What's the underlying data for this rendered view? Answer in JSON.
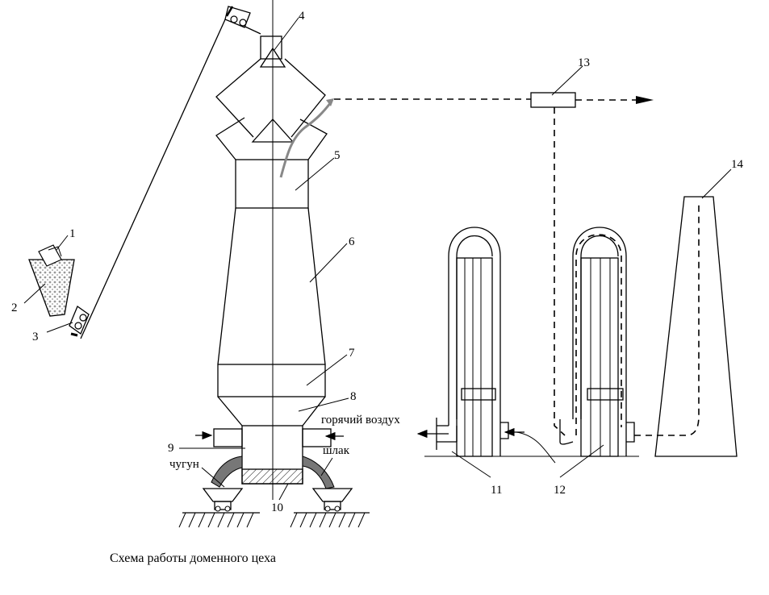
{
  "callouts": {
    "n1": "1",
    "n2": "2",
    "n3": "3",
    "n4": "4",
    "n5": "5",
    "n6": "6",
    "n7": "7",
    "n8": "8",
    "n9": "9",
    "n10": "10",
    "n11": "11",
    "n12": "12",
    "n13": "13",
    "n14": "14"
  },
  "labels": {
    "hot_air": "горячий воздух",
    "slag": "шлак",
    "pig_iron": "чугун"
  },
  "caption": "Схема работы доменного цеха"
}
